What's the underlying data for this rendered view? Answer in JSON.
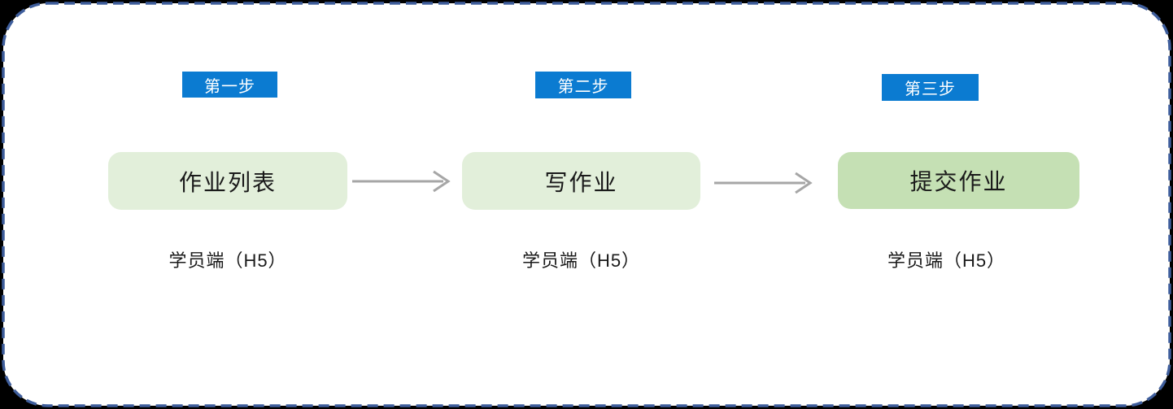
{
  "diagram": {
    "steps": [
      {
        "badge": "第一步",
        "box_label": "作业列表",
        "caption": "学员端（H5）"
      },
      {
        "badge": "第二步",
        "box_label": "写作业",
        "caption": "学员端（H5）"
      },
      {
        "badge": "第三步",
        "box_label": "提交作业",
        "caption": "学员端（H5）"
      }
    ]
  },
  "colors": {
    "outside_background": "#000000",
    "canvas_background": "#FFFFFF",
    "frame_border": "#3F5E9C",
    "badge_background": "#0B7BD1",
    "badge_text": "#FFFFFF",
    "box_fill_step1": "#E2EFDA",
    "box_fill_step2": "#E2EFDA",
    "box_fill_step3": "#C5E0B4",
    "box_text": "#1A1A1A",
    "caption_text": "#1A1A1A",
    "arrow": "#A6A6A6"
  }
}
